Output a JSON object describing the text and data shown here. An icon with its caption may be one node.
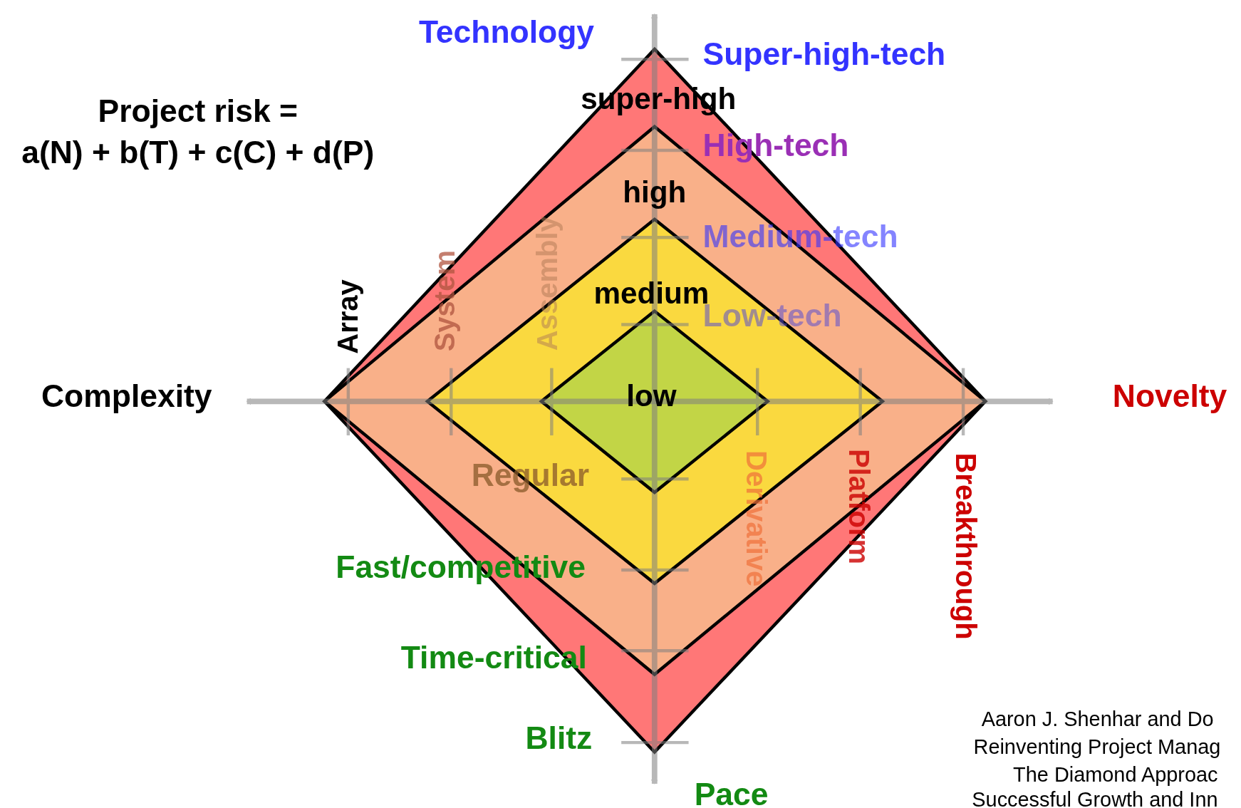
{
  "diagram": {
    "nodes": [
      {
        "text": [
          "super-high"
        ]
      },
      {
        "text": [
          "high"
        ],
        "in": 0
      },
      {
        "text": [
          "medium"
        ],
        "in": 1
      },
      {
        "text": [
          "low"
        ],
        "in": 2
      }
    ],
    "edges": [],
    "labels": [
      "Technology",
      "Super-high-tech",
      "Project risk =",
      "a(N) + b(T) + c(C) + d(P)",
      "High-tech",
      "Medium-tech",
      "Array",
      "System",
      "Assembly",
      "Low-tech",
      "Complexity",
      "Novelty",
      "Regular",
      "Derivative",
      "Platform",
      "Breakthrough",
      "Fast/competitive",
      "Time-critical",
      "Blitz",
      "Pace",
      "Aaron J. Shenhar and Do",
      "Reinventing Project Manag",
      "The Diamond Approac",
      "Successful Growth and Inn"
    ]
  }
}
